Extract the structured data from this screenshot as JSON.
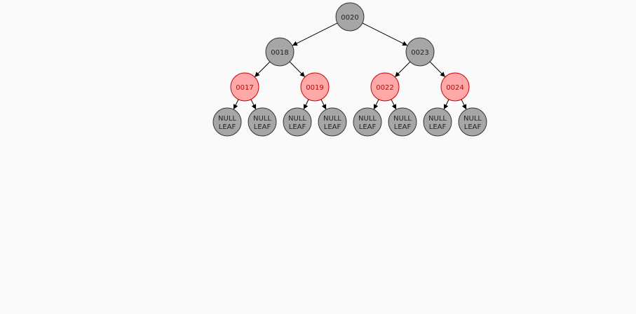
{
  "tree": {
    "type": "red-black-tree",
    "colors": {
      "black_fill": "#a6a6a6",
      "black_stroke": "#333333",
      "black_text": "#222222",
      "red_fill": "#ffa8a8",
      "red_stroke": "#cc0000",
      "red_text": "#cc0000",
      "edge": "#000000"
    },
    "nodes": [
      {
        "id": "n20",
        "label": "0020",
        "color": "black",
        "level": 0,
        "index": 0
      },
      {
        "id": "n18",
        "label": "0018",
        "color": "black",
        "level": 1,
        "index": 0,
        "parent": "n20"
      },
      {
        "id": "n23",
        "label": "0023",
        "color": "black",
        "level": 1,
        "index": 1,
        "parent": "n20"
      },
      {
        "id": "n17",
        "label": "0017",
        "color": "red",
        "level": 2,
        "index": 0,
        "parent": "n18"
      },
      {
        "id": "n19",
        "label": "0019",
        "color": "red",
        "level": 2,
        "index": 1,
        "parent": "n18"
      },
      {
        "id": "n22",
        "label": "0022",
        "color": "red",
        "level": 2,
        "index": 2,
        "parent": "n23"
      },
      {
        "id": "n24",
        "label": "0024",
        "color": "red",
        "level": 2,
        "index": 3,
        "parent": "n23"
      },
      {
        "id": "l0",
        "label": "NULL LEAF",
        "color": "black",
        "level": 3,
        "index": 0,
        "parent": "n17"
      },
      {
        "id": "l1",
        "label": "NULL LEAF",
        "color": "black",
        "level": 3,
        "index": 1,
        "parent": "n17"
      },
      {
        "id": "l2",
        "label": "NULL LEAF",
        "color": "black",
        "level": 3,
        "index": 2,
        "parent": "n19"
      },
      {
        "id": "l3",
        "label": "NULL LEAF",
        "color": "black",
        "level": 3,
        "index": 3,
        "parent": "n19"
      },
      {
        "id": "l4",
        "label": "NULL LEAF",
        "color": "black",
        "level": 3,
        "index": 4,
        "parent": "n22"
      },
      {
        "id": "l5",
        "label": "NULL LEAF",
        "color": "black",
        "level": 3,
        "index": 5,
        "parent": "n22"
      },
      {
        "id": "l6",
        "label": "NULL LEAF",
        "color": "black",
        "level": 3,
        "index": 6,
        "parent": "n24"
      },
      {
        "id": "l7",
        "label": "NULL LEAF",
        "color": "black",
        "level": 3,
        "index": 7,
        "parent": "n24"
      }
    ]
  }
}
